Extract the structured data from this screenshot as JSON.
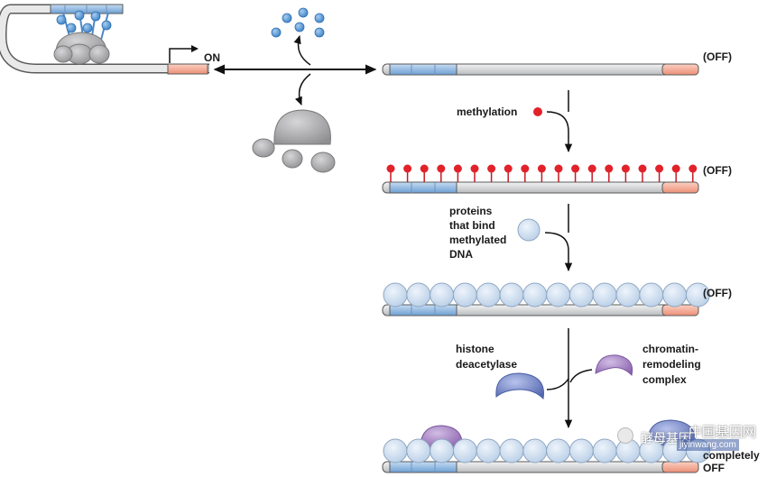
{
  "labels": {
    "on": "ON",
    "off_1": "(OFF)",
    "off_2": "(OFF)",
    "off_3": "(OFF)",
    "methylation": "methylation",
    "proteins_line1": "proteins",
    "proteins_line2": "that bind",
    "proteins_line3": "methylated",
    "proteins_line4": "DNA",
    "histone_line1": "histone",
    "histone_line2": "deacetylase",
    "chromatin_line1": "chromatin-",
    "chromatin_line2": "remodeling",
    "chromatin_line3": "complex",
    "completely": "completely",
    "off_final": "OFF"
  },
  "watermark": {
    "chinese": "中国基因网",
    "url": "jiyinwang.com",
    "left_text": "酵母基因"
  },
  "colors": {
    "dna_body": "#d9dadc",
    "dna_outline": "#5a5a5a",
    "regulatory_blue": "#8fb8e2",
    "coding_salmon": "#f4ad98",
    "methyl_red": "#e2222a",
    "binding_protein": "#cfdff1",
    "small_ligand": "#4f95d4",
    "repressor_grey": "#a9a9ab",
    "deacetylase_blue": "#6f82c4",
    "remodeling_purple": "#a07ac0"
  },
  "icons": {
    "arrow": "arrow-icon",
    "methyl_group": "methyl-group-icon",
    "binding_protein": "methyl-binding-protein-icon",
    "deacetylase": "histone-deacetylase-icon",
    "remodeler": "chromatin-remodeling-complex-icon"
  }
}
